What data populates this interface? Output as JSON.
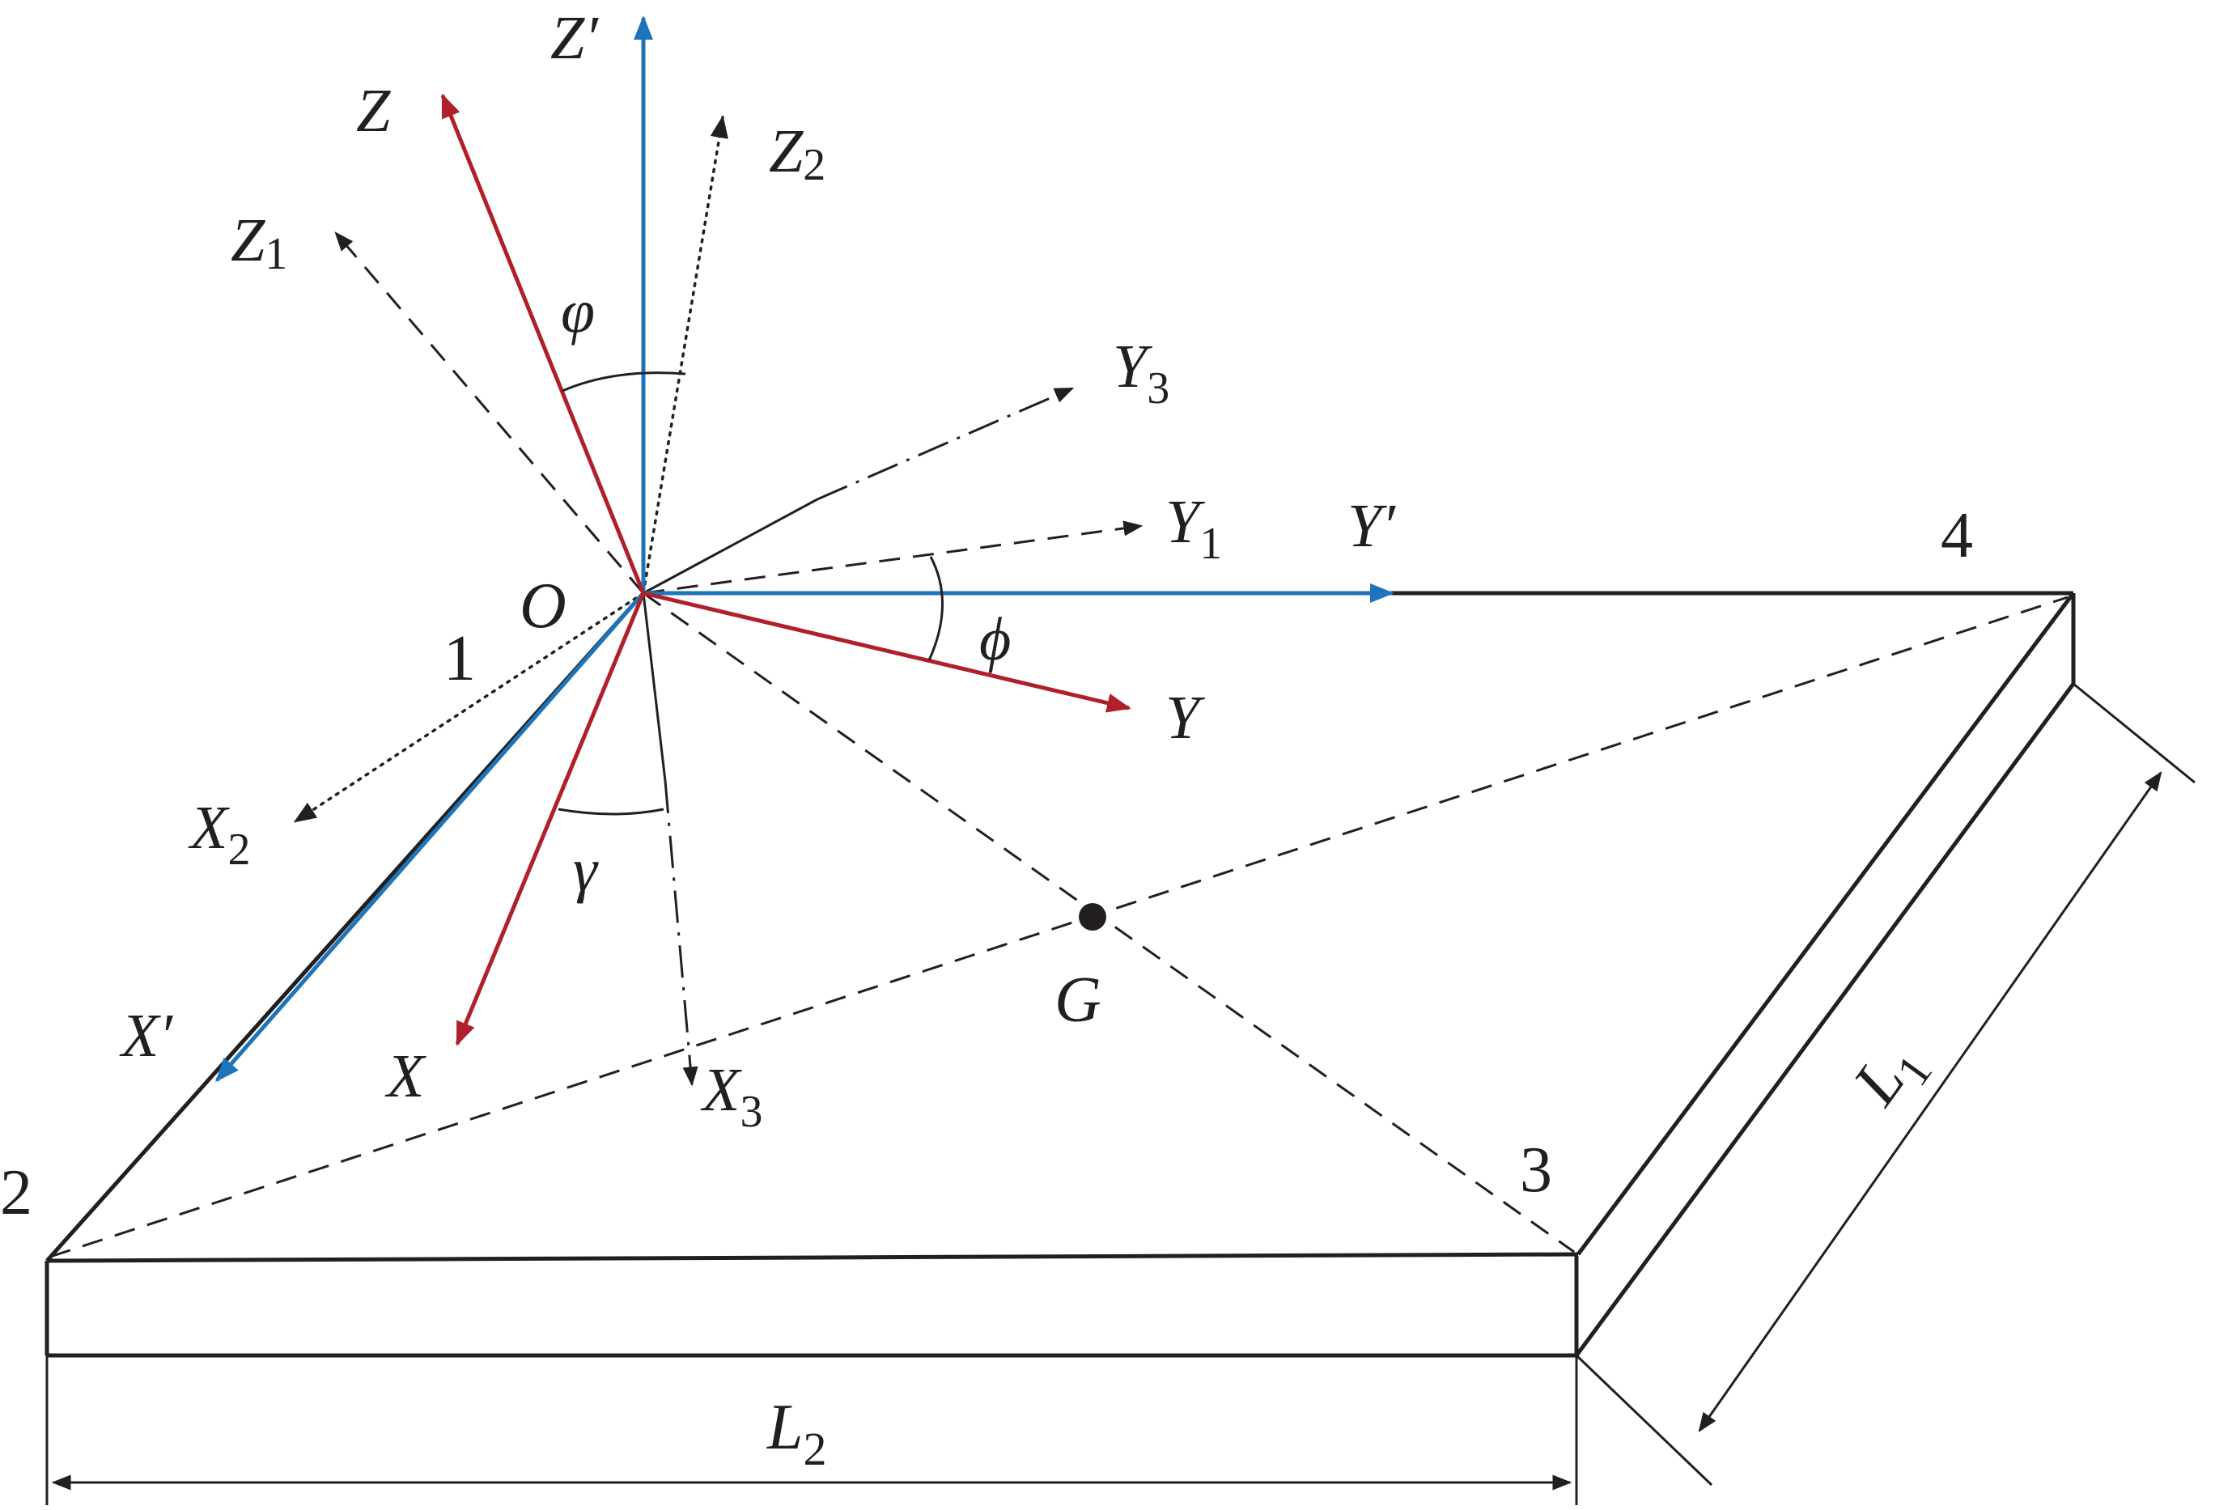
{
  "axes": {
    "z_prime": "Z′",
    "z": "Z",
    "z1": "Z",
    "z1_sub": "1",
    "z2": "Z",
    "z2_sub": "2",
    "y3": "Y",
    "y3_sub": "3",
    "y1": "Y",
    "y1_sub": "1",
    "y_prime": "Y′",
    "y": "Y",
    "x2": "X",
    "x2_sub": "2",
    "x_prime": "X′",
    "x": "X",
    "x3": "X",
    "x3_sub": "3"
  },
  "points": {
    "origin": "O",
    "center_of_gravity": "G",
    "corner_1": "1",
    "corner_2": "2",
    "corner_3": "3",
    "corner_4": "4"
  },
  "angles": {
    "phi_lower": "φ",
    "phi_upper": "ϕ",
    "gamma": "γ"
  },
  "dimensions": {
    "length_1": "L",
    "length_1_sub": "1",
    "length_2": "L",
    "length_2_sub": "2"
  },
  "colors": {
    "blue_axes": "#1c75bc",
    "red_axes": "#b0202a",
    "black_lines": "#231f20"
  }
}
